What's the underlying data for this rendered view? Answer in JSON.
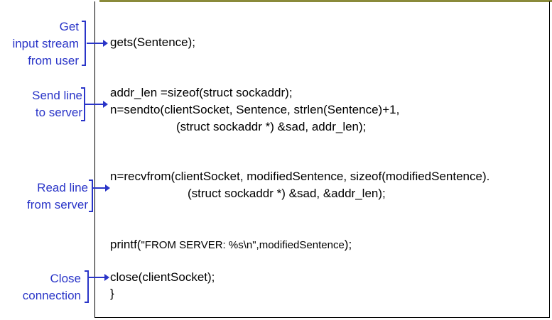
{
  "labels": {
    "get": [
      "Get",
      "input stream",
      "from user"
    ],
    "send": [
      "Send line",
      "to server"
    ],
    "read": [
      "Read line",
      "from server"
    ],
    "close": [
      "Close",
      "connection"
    ]
  },
  "code": {
    "gets": "gets(Sentence);",
    "addr_len": "addr_len =sizeof(struct sockaddr);",
    "sendto_1": "n=sendto(clientSocket, Sentence, strlen(Sentence)+1,",
    "sendto_2": "(struct sockaddr *) &sad, addr_len);",
    "recv_1": "n=recvfrom(clientSocket, modifiedSentence, sizeof(modifiedSentence).",
    "recv_2": "(struct sockaddr *) &sad, &addr_len);",
    "printf_a": "printf(",
    "printf_b": "\"FROM SERVER: %s\\n\",modifiedSentence",
    "printf_c": ");",
    "close": "close(clientSocket);",
    "brace": "}"
  }
}
